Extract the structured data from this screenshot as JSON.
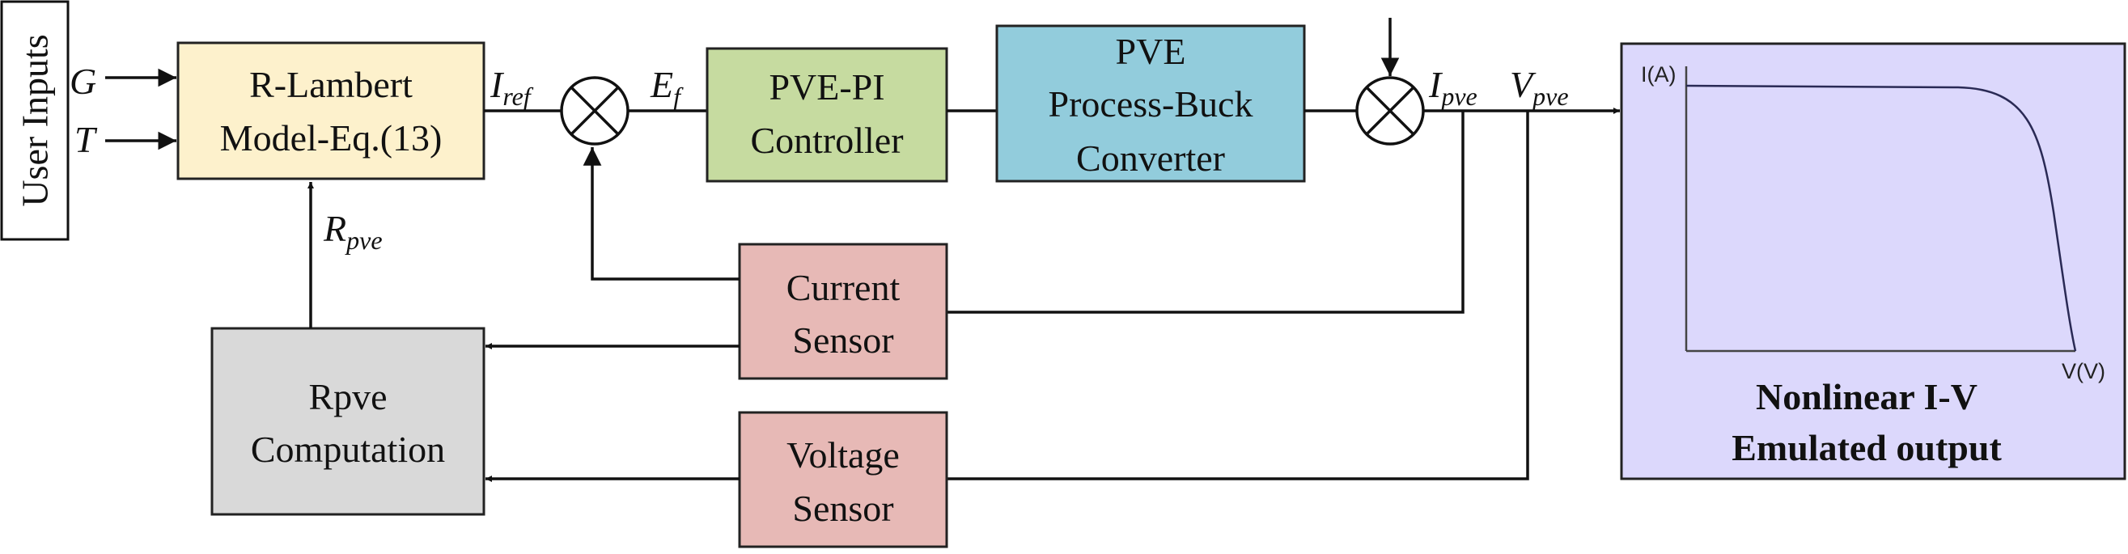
{
  "colors": {
    "lambert": "#fdf1cc",
    "pi": "#c6dba0",
    "buck": "#92ccdc",
    "sensor": "#e7b9b6",
    "rpve": "#d9d9d9",
    "output": "#dcd8fc"
  },
  "inputs": {
    "user_inputs": "User Inputs",
    "g": "G",
    "t": "T"
  },
  "blocks": {
    "lambert": {
      "line1": "R-Lambert",
      "line2": "Model-Eq.(13)"
    },
    "pi": {
      "line1": "PVE-PI",
      "line2": "Controller"
    },
    "buck": {
      "line1": "PVE",
      "line2": "Process-Buck",
      "line3": "Converter"
    },
    "current_sensor": {
      "line1": "Current",
      "line2": "Sensor"
    },
    "voltage_sensor": {
      "line1": "Voltage",
      "line2": "Sensor"
    },
    "rpve": {
      "line1": "Rpve",
      "line2": "Computation"
    },
    "output": {
      "line1": "Nonlinear I-V",
      "line2": "Emulated output"
    }
  },
  "signals": {
    "iref": {
      "main": "I",
      "sub": "ref"
    },
    "ef": {
      "main": "E",
      "sub": "f"
    },
    "ipve": {
      "main": "I",
      "sub": "pve"
    },
    "vpve": {
      "main": "V",
      "sub": "pve"
    },
    "rpve": {
      "main": "R",
      "sub": "pve"
    }
  },
  "iv_plot": {
    "y_axis_label": "I(A)",
    "x_axis_label": "V(V)"
  }
}
